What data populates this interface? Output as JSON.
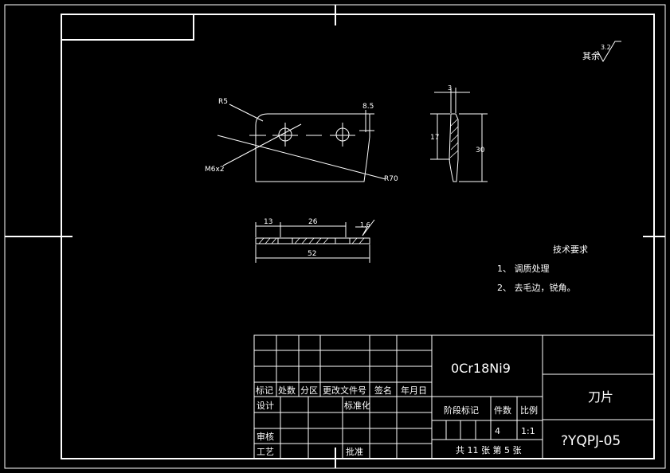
{
  "colors": {
    "background": "#000000",
    "line": "#ffffff"
  },
  "roughness_note": {
    "label": "其余",
    "value": "3.2"
  },
  "front_view": {
    "corner_radius": "R5",
    "hole_label": "M6x2",
    "arc_radius": "R70",
    "dim_top": "8.5"
  },
  "side_view": {
    "width": "3",
    "height_inner": "17",
    "height_total": "30"
  },
  "bottom_view": {
    "d1": "13",
    "d2": "26",
    "roughness": "1.6",
    "total": "52"
  },
  "tech": {
    "title": "技术要求",
    "item1": "1、 调质处理",
    "item2": "2、 去毛边，锐角。"
  },
  "title_block": {
    "material": "0Cr18Ni9",
    "part_name": "刀片",
    "drawing_no": "?YQPJ-05",
    "h_mark": "标记",
    "h_count": "处数",
    "h_zone": "分区",
    "h_docno": "更改文件号",
    "h_sign": "签名",
    "h_date": "年月日",
    "design": "设计",
    "standard": "标准化",
    "review": "审核",
    "process": "工艺",
    "approve": "批准",
    "stage": "阶段标记",
    "weight": "件数",
    "scale": "比例",
    "weight_val": "4",
    "scale_val": "1:1",
    "sheets": "共 11 张 第 5 张"
  }
}
